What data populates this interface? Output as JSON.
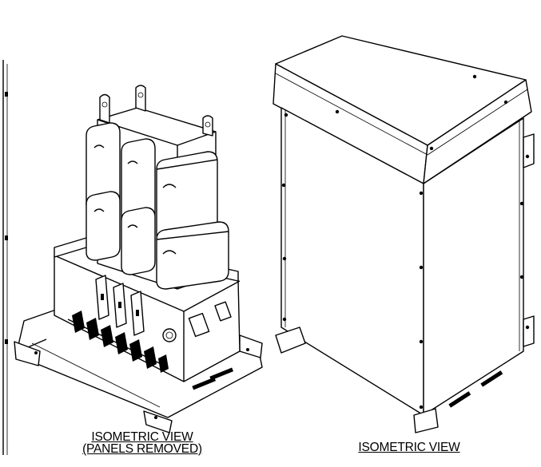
{
  "views": [
    {
      "caption_line1": "ISOMETRIC VIEW",
      "caption_line2": "(PANELS REMOVED)"
    },
    {
      "caption_line1": "ISOMETRIC VIEW"
    }
  ]
}
